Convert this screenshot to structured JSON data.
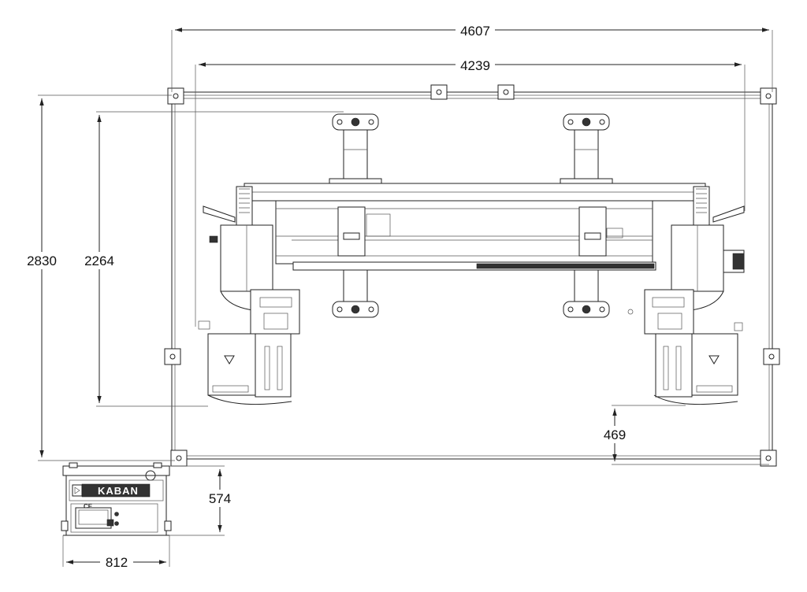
{
  "dimensions": {
    "overall_width": "4607",
    "inner_width": "4239",
    "overall_depth": "2830",
    "inner_depth": "2264",
    "offset_bottom": "469",
    "cabinet_height": "574",
    "cabinet_width": "812"
  },
  "cabinet": {
    "brand": "KABAN",
    "mark": "CE"
  },
  "colors": {
    "line": "#222222",
    "background": "#ffffff"
  }
}
